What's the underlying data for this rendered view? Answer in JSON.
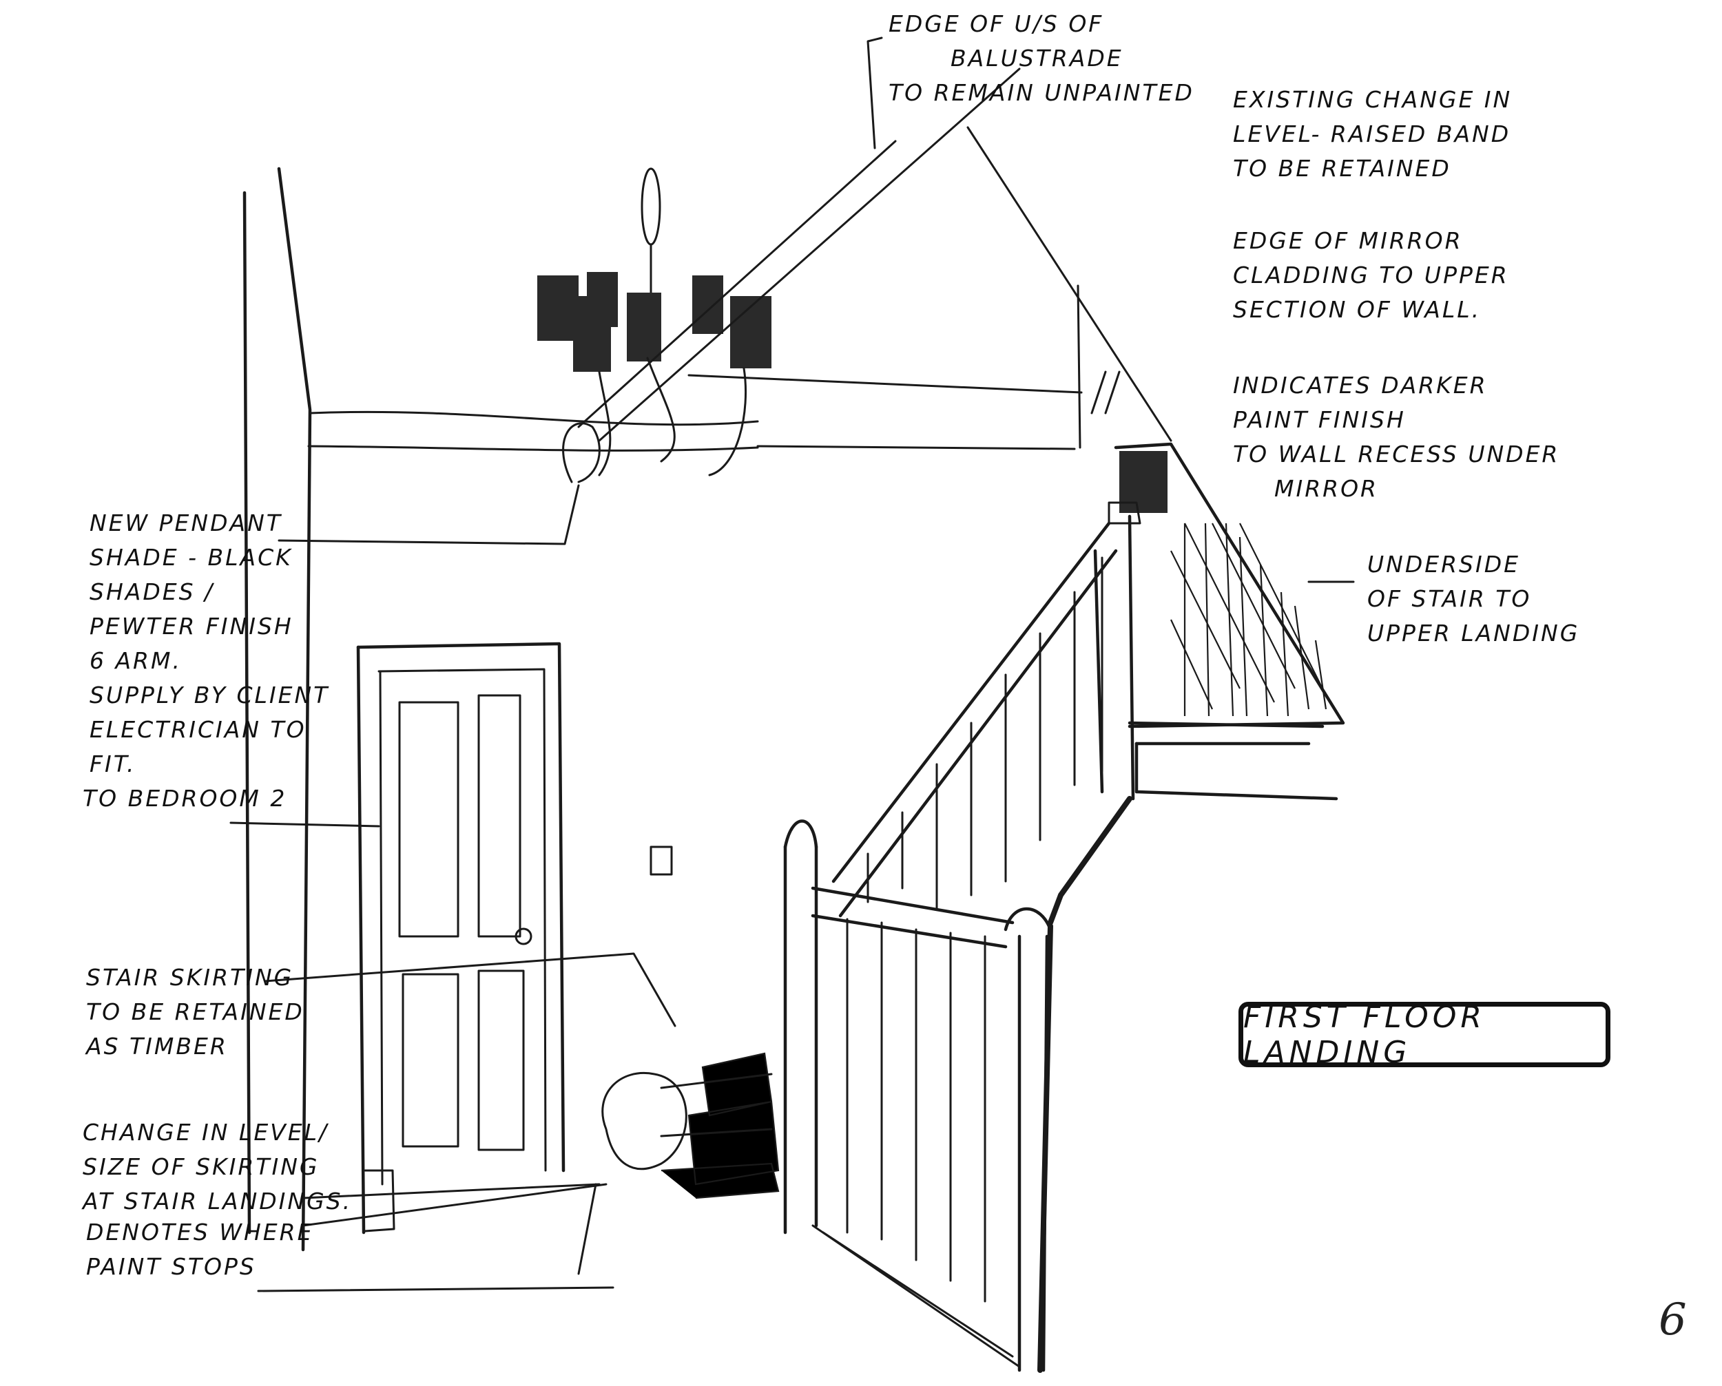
{
  "annotations": {
    "edge_balustrade": [
      "EDGE OF U/S OF",
      "BALUSTRADE",
      "TO REMAIN UNPAINTED"
    ],
    "existing_change": [
      "EXISTING CHANGE IN",
      "LEVEL- RAISED BAND",
      "TO BE RETAINED"
    ],
    "edge_mirror": [
      "EDGE OF MIRROR",
      "CLADDING TO UPPER",
      "SECTION OF WALL."
    ],
    "darker_paint": [
      "INDICATES DARKER",
      "PAINT FINISH",
      "TO WALL RECESS UNDER",
      "MIRROR"
    ],
    "underside_stair": [
      "UNDERSIDE",
      "OF STAIR TO",
      "UPPER LANDING"
    ],
    "pendant": [
      "NEW PENDANT",
      "SHADE - BLACK",
      "SHADES /",
      "PEWTER FINISH",
      "6 ARM.",
      "SUPPLY BY CLIENT",
      "ELECTRICIAN TO",
      "FIT."
    ],
    "bedroom": [
      "TO BEDROOM 2"
    ],
    "stair_skirting": [
      "STAIR SKIRTING",
      "TO BE RETAINED",
      "AS TIMBER"
    ],
    "change_level": [
      "CHANGE IN LEVEL/",
      "SIZE OF SKIRTING",
      "AT STAIR LANDINGS."
    ],
    "paint_stops": [
      "DENOTES WHERE",
      "PAINT STOPS"
    ]
  },
  "title": "FIRST FLOOR LANDING",
  "page_number": "6"
}
